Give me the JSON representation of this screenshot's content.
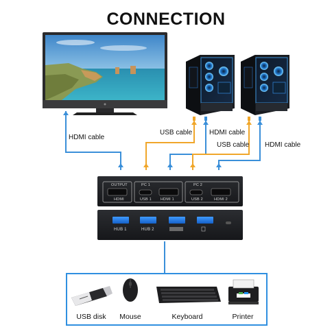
{
  "title": "CONNECTION",
  "cable_labels": {
    "hdmi_left": "HDMI cable",
    "usb_top": "USB cable",
    "hdmi_top": "HDMI cable",
    "usb_mid": "USB cable",
    "hdmi_right": "HDMI cable"
  },
  "kvm_back": {
    "output": "OUTPUT",
    "pc1": "PC 1",
    "pc2": "PC 2",
    "hdmi": "HDMI",
    "usb1": "USB 1",
    "hdmi1": "HDMI 1",
    "usb2": "USB 2",
    "hdmi2": "HDMI 2"
  },
  "kvm_front": {
    "hub1": "HUB 1",
    "hub2": "HUB 2"
  },
  "devices": [
    {
      "label": "USB disk",
      "icon": "usb-disk-icon"
    },
    {
      "label": "Mouse",
      "icon": "mouse-icon"
    },
    {
      "label": "Keyboard",
      "icon": "keyboard-icon"
    },
    {
      "label": "Printer",
      "icon": "printer-icon"
    }
  ],
  "colors": {
    "cable_blue": "#3a8fd9",
    "cable_orange": "#f0a62a",
    "frame_blue": "#2f8fe0",
    "device_dark": "#1c1c1e"
  }
}
